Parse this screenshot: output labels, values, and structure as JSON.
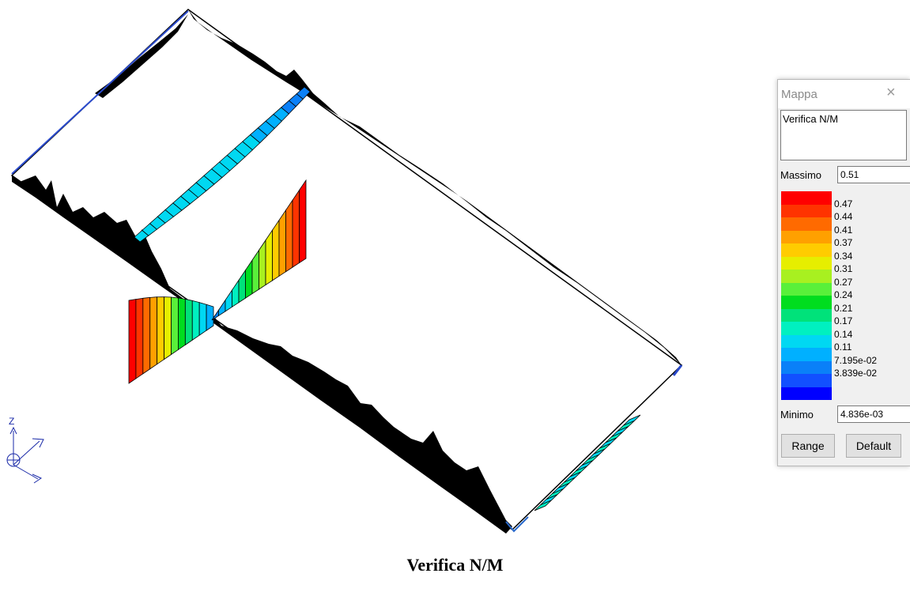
{
  "colors": {
    "scale": [
      "#ff0000",
      "#ff3300",
      "#ff6a00",
      "#ffa000",
      "#ffcc00",
      "#e6ee00",
      "#a8f020",
      "#59f03a",
      "#00dd1f",
      "#00e27a",
      "#00f0c0",
      "#00d8f2",
      "#00b0ff",
      "#0a80f8",
      "#1250ff",
      "#0000ff"
    ],
    "deformation_fill": "#000000",
    "structure_line": "#000000",
    "axes": "#1a2aa8"
  },
  "viewport": {
    "axis_label": "Z"
  },
  "caption": "Verifica N/M",
  "panel": {
    "title": "Mappa",
    "close_icon": "close-icon",
    "map_name": "Verifica N/M",
    "max_label": "Massimo",
    "max_value": "0.51",
    "min_label": "Minimo",
    "min_value": "4.836e-03",
    "scale_values": [
      "0.47",
      "0.44",
      "0.41",
      "0.37",
      "0.34",
      "0.31",
      "0.27",
      "0.24",
      "0.21",
      "0.17",
      "0.14",
      "0.11",
      "7.195e-02",
      "3.839e-02"
    ],
    "range_button": "Range",
    "default_button": "Default"
  }
}
